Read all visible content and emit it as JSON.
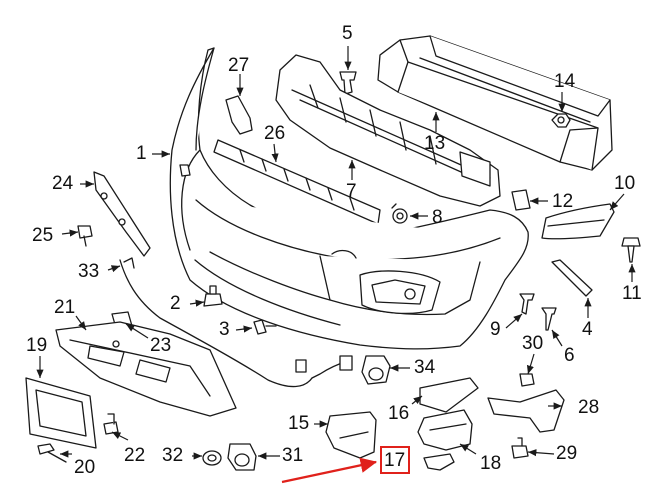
{
  "diagram": {
    "colors": {
      "line": "#1a1a1a",
      "fill": "#ffffff",
      "highlight": "#e0211b"
    },
    "callouts": [
      {
        "id": "c1",
        "text": "1"
      },
      {
        "id": "c2",
        "text": "2"
      },
      {
        "id": "c3",
        "text": "3"
      },
      {
        "id": "c4",
        "text": "4"
      },
      {
        "id": "c5",
        "text": "5"
      },
      {
        "id": "c6",
        "text": "6"
      },
      {
        "id": "c7",
        "text": "7"
      },
      {
        "id": "c8",
        "text": "8"
      },
      {
        "id": "c9",
        "text": "9"
      },
      {
        "id": "c10",
        "text": "10"
      },
      {
        "id": "c11",
        "text": "11"
      },
      {
        "id": "c12",
        "text": "12"
      },
      {
        "id": "c13",
        "text": "13"
      },
      {
        "id": "c14",
        "text": "14"
      },
      {
        "id": "c15",
        "text": "15"
      },
      {
        "id": "c16",
        "text": "16"
      },
      {
        "id": "c17",
        "text": "17"
      },
      {
        "id": "c18",
        "text": "18"
      },
      {
        "id": "c19",
        "text": "19"
      },
      {
        "id": "c20",
        "text": "20"
      },
      {
        "id": "c21",
        "text": "21"
      },
      {
        "id": "c22",
        "text": "22"
      },
      {
        "id": "c23",
        "text": "23"
      },
      {
        "id": "c24",
        "text": "24"
      },
      {
        "id": "c25",
        "text": "25"
      },
      {
        "id": "c26",
        "text": "26"
      },
      {
        "id": "c27",
        "text": "27"
      },
      {
        "id": "c28",
        "text": "28"
      },
      {
        "id": "c29",
        "text": "29"
      },
      {
        "id": "c30",
        "text": "30"
      },
      {
        "id": "c31",
        "text": "31"
      },
      {
        "id": "c32",
        "text": "32"
      },
      {
        "id": "c33",
        "text": "33"
      },
      {
        "id": "c34",
        "text": "34"
      }
    ],
    "highlighted_part": "17"
  }
}
